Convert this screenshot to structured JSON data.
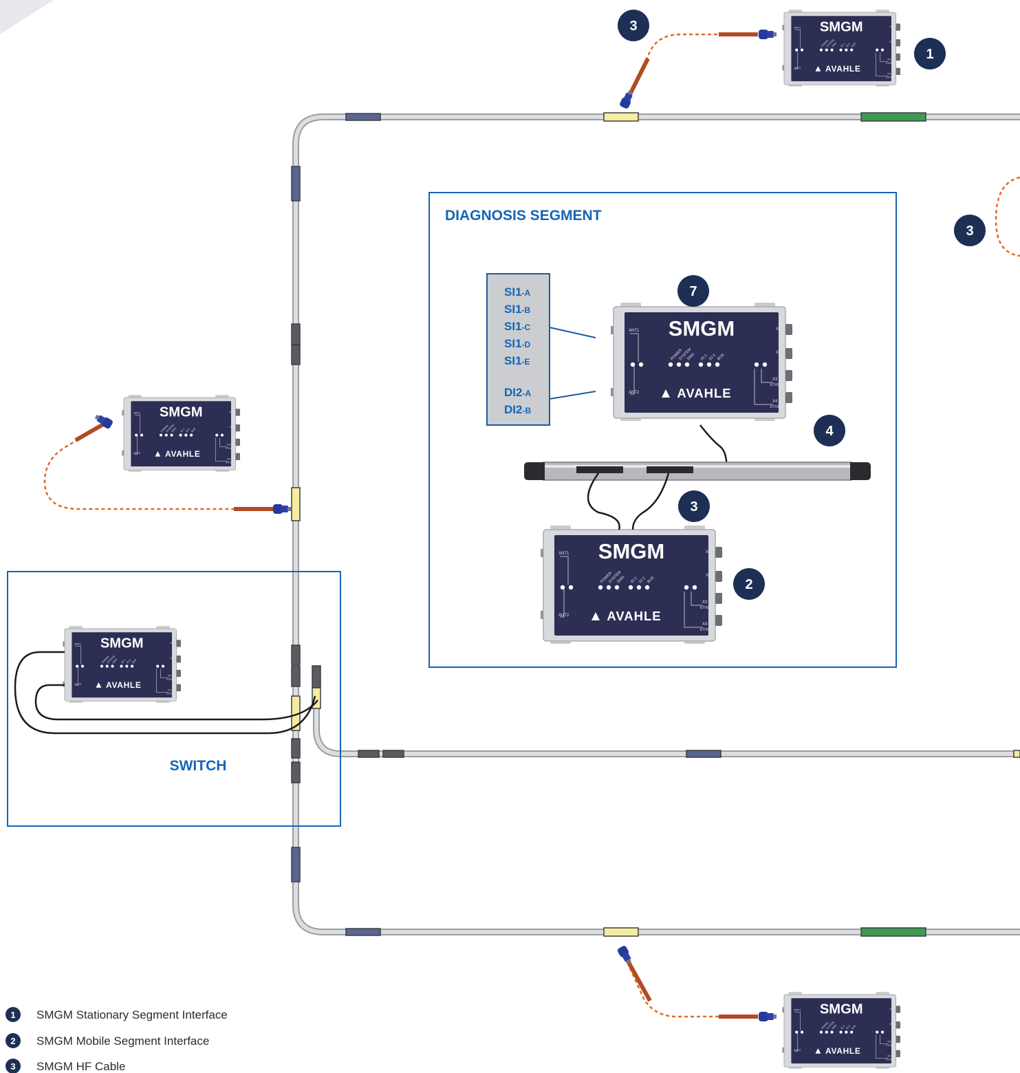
{
  "colors": {
    "brand_blue": "#1565b5",
    "badge_navy": "#1e2f55",
    "module_body": "#2c2e54",
    "rail": "#c9cbce",
    "connector_blue": "#5a6590",
    "connector_yellow": "#f5eca0",
    "connector_green": "#3f9a52",
    "connector_grey": "#5b5c60",
    "hf_cable": "#e06a2a",
    "signal_panel": "#cbcdd0"
  },
  "labels": {
    "diagnosis_segment": "DIAGNOSIS SEGMENT",
    "switch": "SWITCH"
  },
  "module": {
    "name": "SMGM",
    "brand": "AVAHLE",
    "ant1": "ANT1",
    "ant2": "ANT2",
    "led_labels": [
      "POWER",
      "SYSTEM",
      "SMG",
      "IO 1",
      "IO 2",
      "BUS"
    ],
    "port_labels": [
      "X1",
      "X2",
      "X3",
      "X4"
    ],
    "eth_labels": [
      "ETH2",
      "ETH1"
    ]
  },
  "signals": {
    "si": [
      {
        "main": "SI",
        "num": "1",
        "sub": "-A"
      },
      {
        "main": "SI",
        "num": "1",
        "sub": "-B"
      },
      {
        "main": "SI",
        "num": "1",
        "sub": "-C"
      },
      {
        "main": "SI",
        "num": "1",
        "sub": "-D"
      },
      {
        "main": "SI",
        "num": "1",
        "sub": "-E"
      }
    ],
    "di": [
      {
        "main": "DI",
        "num": "2",
        "sub": "-A"
      },
      {
        "main": "DI",
        "num": "2",
        "sub": "-B"
      }
    ]
  },
  "badges": {
    "top_left": "3",
    "top_right": "1",
    "right_edge": "3",
    "diagnosis_module": "7",
    "segment_bar": "4",
    "bar_cable": "3",
    "mobile_module": "2"
  },
  "legend": [
    {
      "num": "1",
      "text": "SMGM Stationary Segment Interface"
    },
    {
      "num": "2",
      "text": "SMGM Mobile Segment Interface"
    },
    {
      "num": "3",
      "text": "SMGM HF Cable"
    }
  ]
}
